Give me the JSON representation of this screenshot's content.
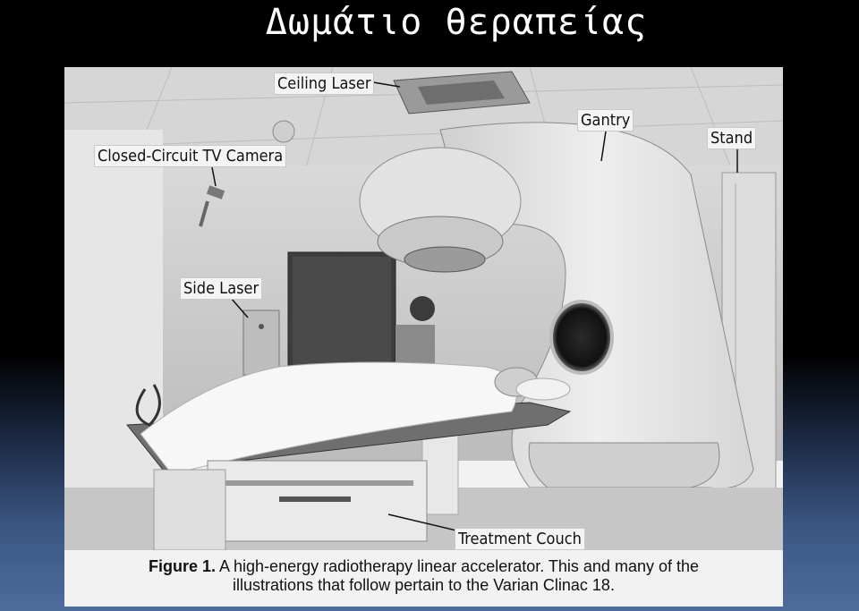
{
  "slide": {
    "title": "Δωμάτιο θεραπείας"
  },
  "figure": {
    "labels": {
      "ceiling_laser": "Ceiling Laser",
      "gantry": "Gantry",
      "stand": "Stand",
      "cctv_camera": "Closed-Circuit TV Camera",
      "side_laser": "Side Laser",
      "treatment_couch": "Treatment Couch"
    },
    "caption": {
      "label": "Figure 1.",
      "line1": "A high-energy radiotherapy linear accelerator. This and many of the",
      "line2": "illustrations that follow pertain to the Varian Clinac 18."
    }
  }
}
